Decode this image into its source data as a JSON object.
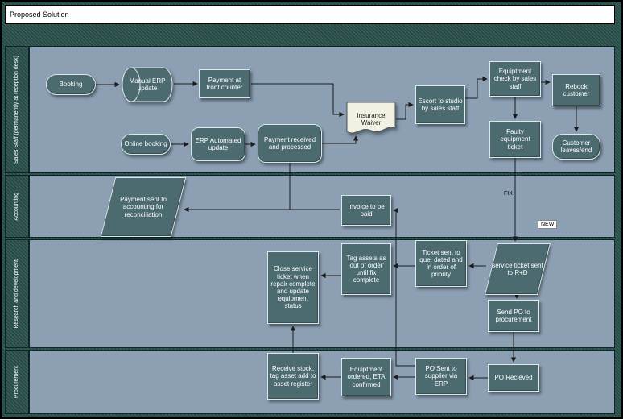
{
  "title": "Proposed Solution",
  "lanes": [
    {
      "label": "Sales Staff (permanently at reception desk)"
    },
    {
      "label": "Accounting"
    },
    {
      "label": "Research and development"
    },
    {
      "label": "Procurement"
    }
  ],
  "nodes": {
    "booking": {
      "label": "Booking",
      "type": "terminator"
    },
    "manual_erp": {
      "label": "Manual ERP update",
      "type": "stored-data"
    },
    "payment_front_counter": {
      "label": "Payment at front counter",
      "type": "process"
    },
    "online_booking": {
      "label": "Online booking",
      "type": "terminator"
    },
    "erp_automated": {
      "label": "ERP Automated update",
      "type": "terminator"
    },
    "payment_received": {
      "label": "Payment received and processed",
      "type": "terminator"
    },
    "insurance_waiver": {
      "label": "Insurance Waiver",
      "type": "document"
    },
    "escort_studio": {
      "label": "Escort to studio by sales staff",
      "type": "process"
    },
    "equipment_check": {
      "label": "Equiptment check by sales staff",
      "type": "process"
    },
    "rebook_customer": {
      "label": "Rebook customer",
      "type": "process"
    },
    "faulty_ticket": {
      "label": "Faulty equipment ticket",
      "type": "process"
    },
    "customer_leaves": {
      "label": "Customer leaves/end",
      "type": "terminator"
    },
    "payment_accounting": {
      "label": "Payment sent to accounting for reconciliation",
      "type": "data"
    },
    "invoice_paid": {
      "label": "Invoice to be paid",
      "type": "process"
    },
    "close_ticket": {
      "label": "Close service ticket when repair complete and update equipment status",
      "type": "process"
    },
    "tag_assets": {
      "label": "Tag assets as 'out of order' until fix complete",
      "type": "process"
    },
    "ticket_queue": {
      "label": "Ticket sent to que, dated and in order of priority",
      "type": "process"
    },
    "service_ticket_rd": {
      "label": "service ticket sent to R+D",
      "type": "data"
    },
    "send_po": {
      "label": "Send PO to procurement",
      "type": "process"
    },
    "receive_stock": {
      "label": "Receive stock, tag asset add to asset register",
      "type": "process"
    },
    "equipment_ordered": {
      "label": "Equiptment ordered, ETA confirmed",
      "type": "process"
    },
    "po_supplier": {
      "label": "PO Sent to supplier via ERP",
      "type": "process"
    },
    "po_received": {
      "label": "PO Recieved",
      "type": "process"
    }
  },
  "flow_labels": {
    "fix": "FIX",
    "new": "NEW"
  },
  "colors": {
    "node_fill": "#4b6b70",
    "node_border": "#dfe8e8",
    "lane_bg": "#8c9fb3",
    "frame_bg": "#2c4e4a",
    "document_fill": "#f2f1e3",
    "connector": "#1c1c1c"
  }
}
